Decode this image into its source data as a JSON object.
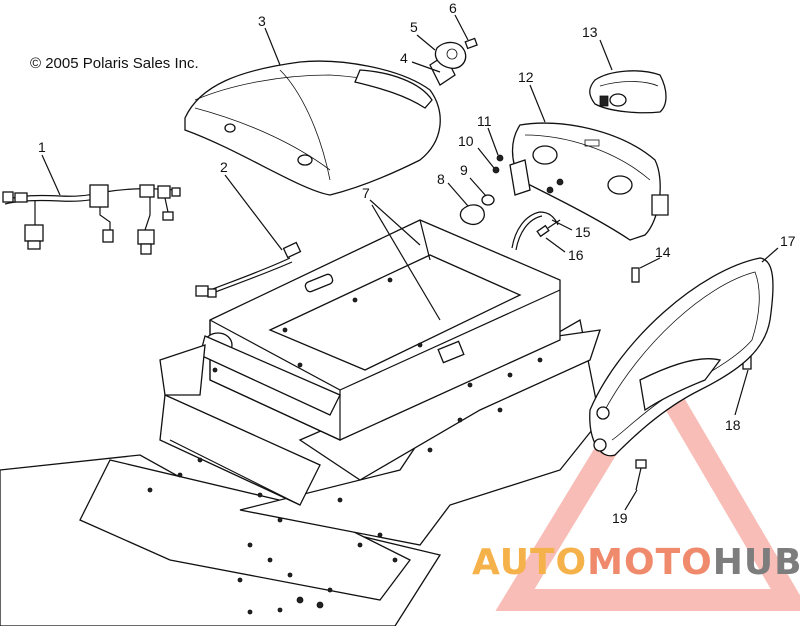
{
  "copyright": "© 2005 Polaris Sales Inc.",
  "callouts": [
    {
      "id": "1",
      "label": "1"
    },
    {
      "id": "2",
      "label": "2"
    },
    {
      "id": "3",
      "label": "3"
    },
    {
      "id": "4",
      "label": "4"
    },
    {
      "id": "5",
      "label": "5"
    },
    {
      "id": "6",
      "label": "6"
    },
    {
      "id": "7",
      "label": "7"
    },
    {
      "id": "8",
      "label": "8"
    },
    {
      "id": "9",
      "label": "9"
    },
    {
      "id": "10",
      "label": "10"
    },
    {
      "id": "11",
      "label": "11"
    },
    {
      "id": "12",
      "label": "12"
    },
    {
      "id": "13",
      "label": "13"
    },
    {
      "id": "14",
      "label": "14"
    },
    {
      "id": "15",
      "label": "15"
    },
    {
      "id": "16",
      "label": "16"
    },
    {
      "id": "17",
      "label": "17"
    },
    {
      "id": "18",
      "label": "18"
    },
    {
      "id": "19",
      "label": "19"
    }
  ],
  "watermark": {
    "part1": "AUTO",
    "part2": "MOTO",
    "part3": "HUB",
    "color_part1": "#f6b24a",
    "color_part2": "#f08a6c",
    "color_part3": "#7d7d7d",
    "triangle_color": "#f0877a"
  }
}
